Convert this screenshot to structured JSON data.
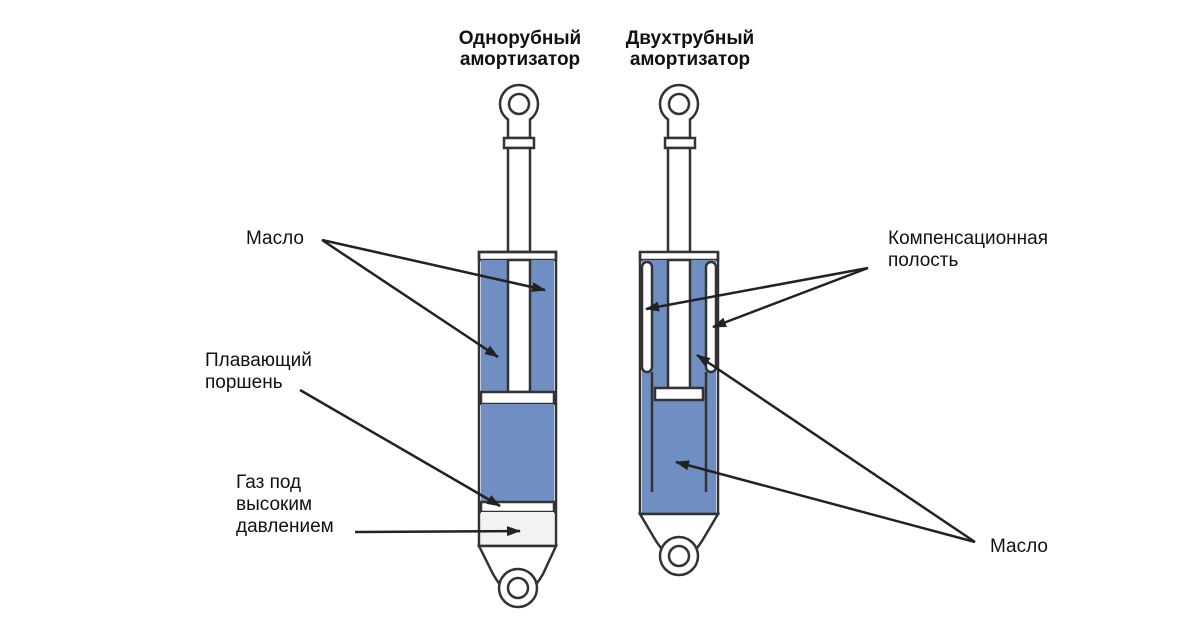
{
  "titles": {
    "mono": "Однорубный\nамортизатор",
    "twin": "Двухтрубный\nамортизатор"
  },
  "labels": {
    "oil_left": "Масло",
    "floating_piston": "Плавающий\nпоршень",
    "high_pressure_gas": "Газ под\nвысоким\nдавлением",
    "compensation_cavity": "Компенсационная\nполость",
    "oil_right": "Масло"
  },
  "colors": {
    "oil": "#6f8fc3",
    "gas": "#f2f2f2",
    "outline": "#333333",
    "arrow": "#222222"
  }
}
